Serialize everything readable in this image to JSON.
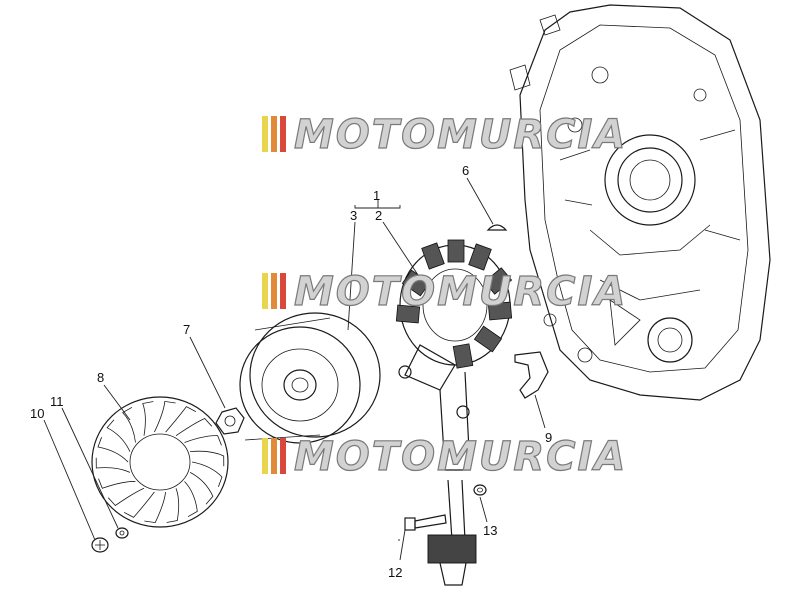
{
  "watermark": {
    "text": "MOTOMURCIA",
    "stripe_colors": [
      "#e8d44d",
      "#e08a3a",
      "#d9483b",
      "#c93d3d"
    ]
  },
  "callouts": {
    "n1": "1",
    "n2": "2",
    "n3": "3",
    "n6": "6",
    "n7": "7",
    "n8": "8",
    "n9": "9",
    "n10": "10",
    "n11": "11",
    "n12": "12",
    "n13": "13"
  },
  "colors": {
    "line": "#1a1a1a",
    "background": "#ffffff",
    "watermark_fill": "#d2d2d2"
  }
}
